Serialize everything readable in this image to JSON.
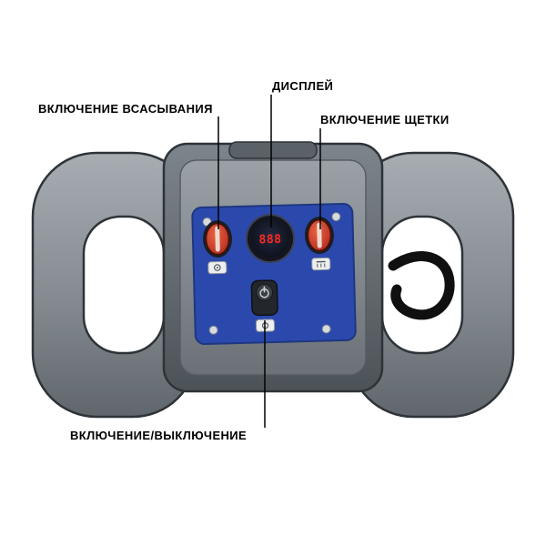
{
  "labels": {
    "suction": "ВКЛЮЧЕНИЕ ВСАСЫВАНИЯ",
    "display": "ДИСПЛЕЙ",
    "brush": "ВКЛЮЧЕНИЕ ЩЕТКИ",
    "power": "ВКЛЮЧЕНИЕ/ВЫКЛЮЧЕНИЕ"
  },
  "device": {
    "display_value": "888",
    "colors": {
      "panel_blue": "#2b49ad",
      "knob_red": "#c23b2a",
      "display_digits": "#ff2a1f",
      "body_gray": "#8d959b",
      "hook_black": "#101010"
    }
  }
}
